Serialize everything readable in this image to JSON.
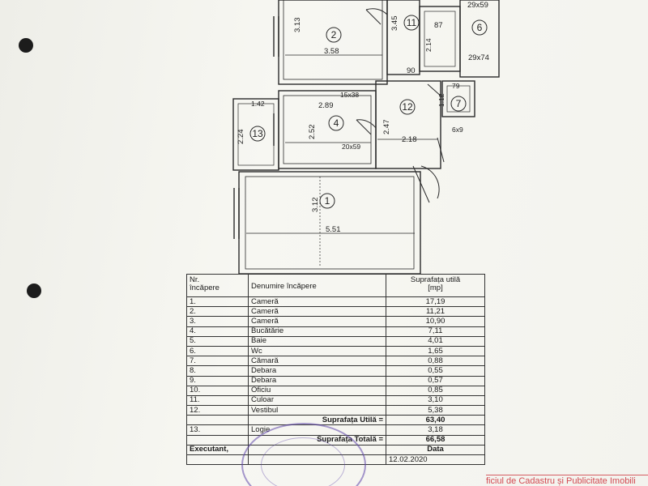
{
  "plan": {
    "rooms": [
      "1",
      "2",
      "4",
      "6",
      "7",
      "11",
      "12",
      "13"
    ],
    "dims": {
      "d_3_13": "3.13",
      "d_3_58": "3.58",
      "d_3_45": "3.45",
      "d_87": "87",
      "d_2_14": "2.14",
      "d_29x59": "29x59",
      "d_29x74": "29x74",
      "d_90": "90",
      "d_1_42": "1.42",
      "d_2_89": "2.89",
      "d_15x38": "15x38",
      "d_79": "79",
      "d_1_12": "1.12",
      "d_2_24": "2.24",
      "d_2_52": "2.52",
      "d_2_47": "2.47",
      "d_2_18": "2.18",
      "d_6x9": "6x9",
      "d_20x59": "20x59",
      "d_3_12": "3.12",
      "d_5_51": "5.51"
    }
  },
  "table": {
    "header": {
      "nr": "Nr.",
      "incapere": "încăpere",
      "denumire": "Denumire încăpere",
      "suprafata": "Suprafața utilă",
      "unit": "[mp]"
    },
    "rows": [
      {
        "nr": "1.",
        "name": "Cameră",
        "area": "17,19"
      },
      {
        "nr": "2.",
        "name": "Cameră",
        "area": "11,21"
      },
      {
        "nr": "3.",
        "name": "Cameră",
        "area": "10,90"
      },
      {
        "nr": "4.",
        "name": "Bucătărie",
        "area": "7,11"
      },
      {
        "nr": "5.",
        "name": "Baie",
        "area": "4,01"
      },
      {
        "nr": "6.",
        "name": "Wc",
        "area": "1,65"
      },
      {
        "nr": "7.",
        "name": "Cămară",
        "area": "0,88"
      },
      {
        "nr": "8.",
        "name": "Debara",
        "area": "0,55"
      },
      {
        "nr": "9.",
        "name": "Debara",
        "area": "0,57"
      },
      {
        "nr": "10.",
        "name": "Oficiu",
        "area": "0,85"
      },
      {
        "nr": "11.",
        "name": "Culoar",
        "area": "3,10"
      },
      {
        "nr": "12.",
        "name": "Vestibul",
        "area": "5,38"
      }
    ],
    "suprafata_utila_label": "Suprafața Utilă =",
    "suprafata_utila_value": "63,40",
    "logie_nr": "13.",
    "logie_name": "Logie",
    "logie_area": "3,18",
    "suprafata_totala_label": "Suprafața Totală =",
    "suprafata_totala_value": "66,58",
    "executant_label": "Executant,",
    "data_label": "Data",
    "date_value": "12.02.2020"
  },
  "red_stamp_text": "ficiul de Cadastru și Publicitate Imobili"
}
